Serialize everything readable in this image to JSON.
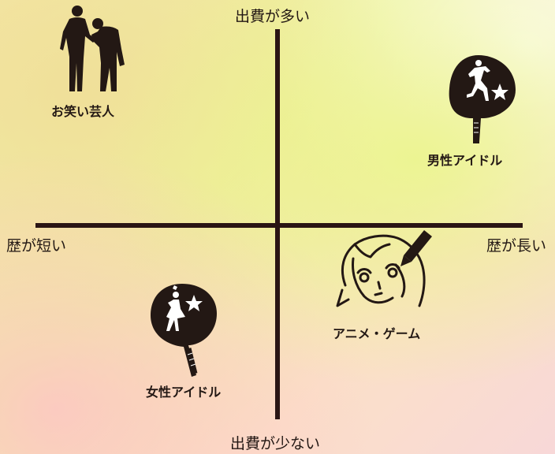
{
  "axes": {
    "top": "出費が多い",
    "bottom": "出費が少ない",
    "left": "歴が短い",
    "right": "歴が長い"
  },
  "items": {
    "comedian": {
      "label": "お笑い芸人",
      "icon": "comedians-silhouette-icon"
    },
    "male_idol": {
      "label": "男性アイドル",
      "icon": "uchiwa-fan-dancer-icon"
    },
    "female_idol": {
      "label": "女性アイドル",
      "icon": "uchiwa-fan-idol-icon"
    },
    "anime_game": {
      "label": "アニメ・ゲーム",
      "icon": "anime-face-pen-icon"
    }
  },
  "colors": {
    "ink": "#231814",
    "axis": "#2a1514"
  }
}
